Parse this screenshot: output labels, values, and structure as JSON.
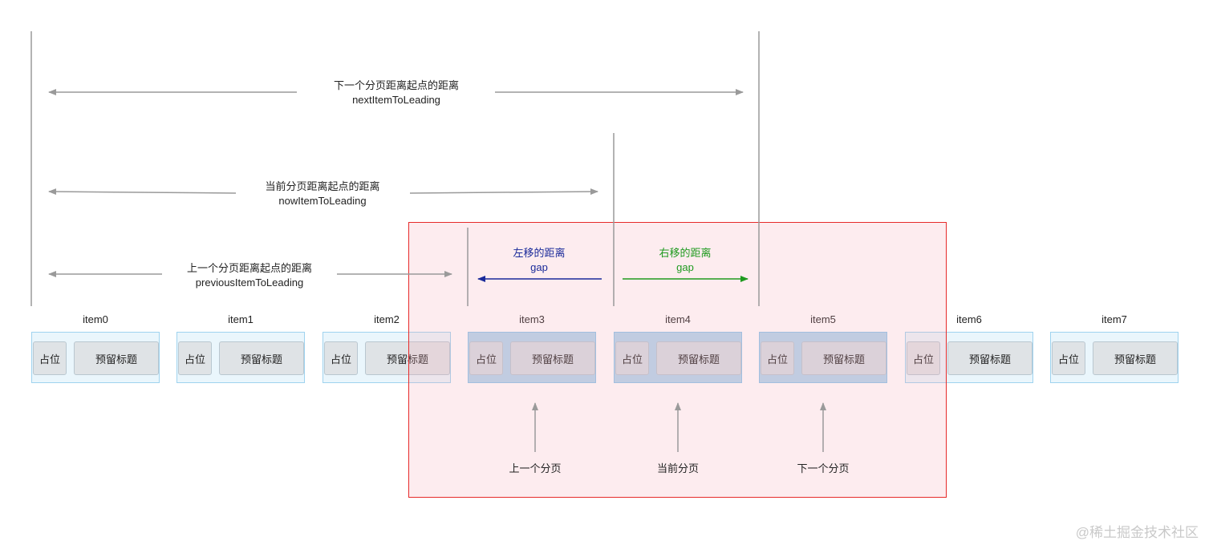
{
  "measures": {
    "next": {
      "line1": "下一个分页距离起点的距离",
      "line2": "nextItemToLeading"
    },
    "now": {
      "line1": "当前分页距离起点的距离",
      "line2": "nowItemToLeading"
    },
    "previous": {
      "line1": "上一个分页距离起点的距离",
      "line2": "previousItemToLeading"
    }
  },
  "move_left": {
    "line1": "左移的距离",
    "line2": "gap"
  },
  "move_right": {
    "line1": "右移的距离",
    "line2": "gap"
  },
  "items": [
    {
      "name": "item0",
      "placeholder": "占位",
      "title": "预留标题"
    },
    {
      "name": "item1",
      "placeholder": "占位",
      "title": "预留标题"
    },
    {
      "name": "item2",
      "placeholder": "占位",
      "title": "预留标题"
    },
    {
      "name": "item3",
      "placeholder": "占位",
      "title": "预留标题"
    },
    {
      "name": "item4",
      "placeholder": "占位",
      "title": "预留标题"
    },
    {
      "name": "item5",
      "placeholder": "占位",
      "title": "预留标题"
    },
    {
      "name": "item6",
      "placeholder": "占位",
      "title": "预留标题"
    },
    {
      "name": "item7",
      "placeholder": "占位",
      "title": "预留标题"
    }
  ],
  "pages": {
    "previous": "上一个分页",
    "current": "当前分页",
    "next": "下一个分页"
  },
  "watermark": "@稀土掘金技术社区",
  "colors": {
    "arrow_gray": "#9a9a9a",
    "left_arrow": "#1a2a9a",
    "right_arrow": "#1f9a1f",
    "highlight_border": "#e62a2a",
    "highlight_fill": "#f8dde1",
    "item_border": "#9fd3ef",
    "item_highlight": "#b3d6ee"
  }
}
